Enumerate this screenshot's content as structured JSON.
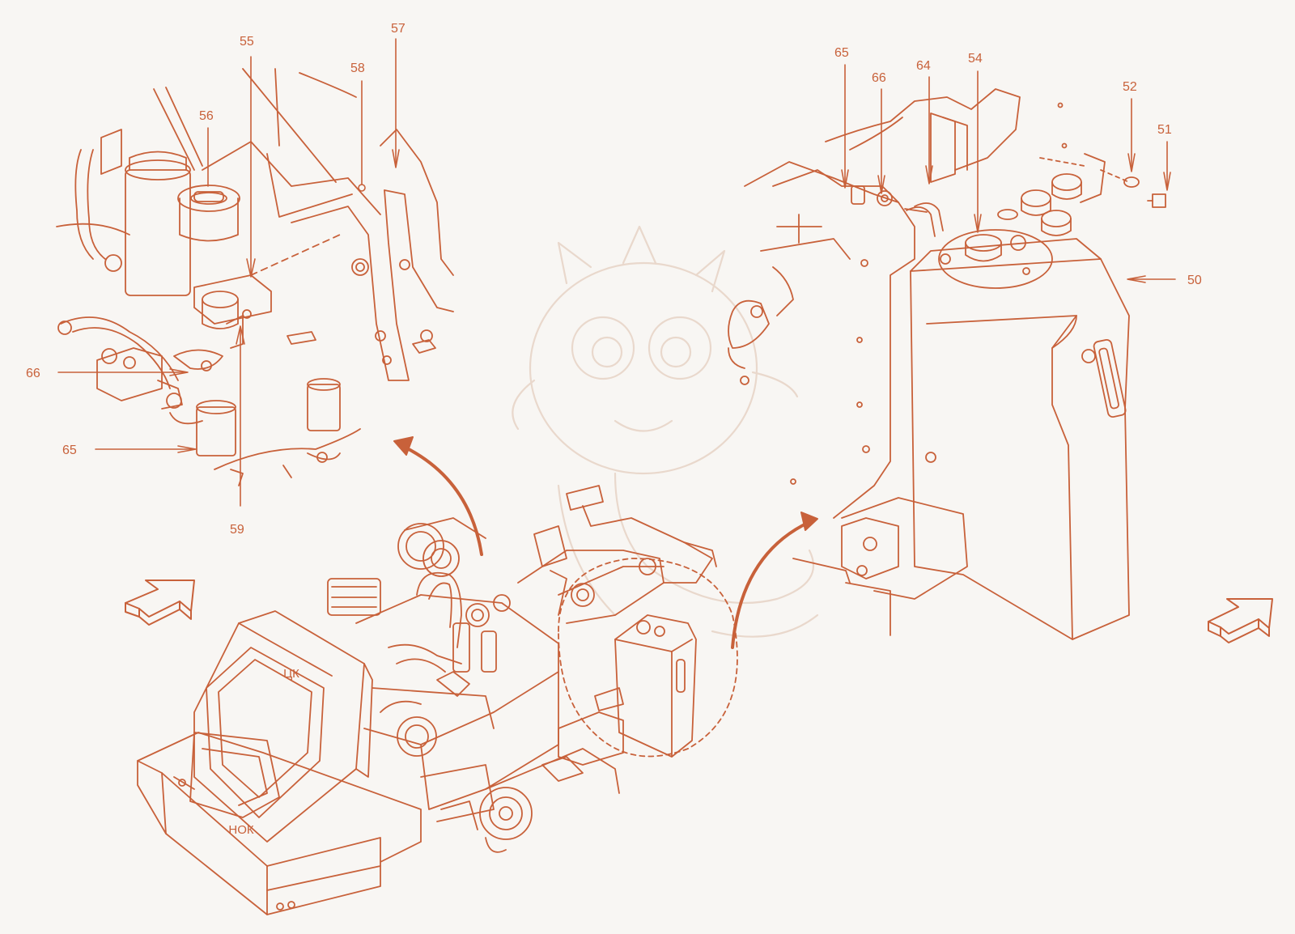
{
  "colors": {
    "background": "#f8f6f3",
    "line": "#c8613a",
    "watermark": "#e9d8cc"
  },
  "callouts": [
    {
      "id": "57",
      "label": "57"
    },
    {
      "id": "55",
      "label": "55"
    },
    {
      "id": "58",
      "label": "58"
    },
    {
      "id": "56",
      "label": "56"
    },
    {
      "id": "66-left",
      "label": "66"
    },
    {
      "id": "65-left",
      "label": "65"
    },
    {
      "id": "59",
      "label": "59"
    },
    {
      "id": "65-right",
      "label": "65"
    },
    {
      "id": "66-right",
      "label": "66"
    },
    {
      "id": "64",
      "label": "64"
    },
    {
      "id": "54",
      "label": "54"
    },
    {
      "id": "52",
      "label": "52"
    },
    {
      "id": "51",
      "label": "51"
    },
    {
      "id": "50",
      "label": "50"
    }
  ],
  "machine_marks": {
    "cab_top": "ЦК",
    "cab_front": "НОК"
  },
  "icons": [
    "direction-arrow-left-icon",
    "direction-arrow-right-icon",
    "curved-arrow-icon",
    "dragon-watermark-icon"
  ]
}
